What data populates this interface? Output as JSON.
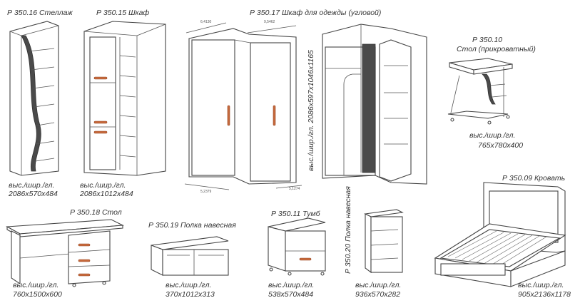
{
  "items": [
    {
      "name": "Р 350.16 Стеллаж",
      "dims_label": "выс./шир./гл.",
      "dims": "2086х570х484"
    },
    {
      "name": "Р 350.15 Шкаф",
      "dims_label": "выс./шир./гл.",
      "dims": "2086х1012х484"
    },
    {
      "name": "Р 350.17 Шкаф для одежды (угловой)",
      "dims_label": "выс./шир./гл. 2086х597х1046х1165",
      "dims": ""
    },
    {
      "name": "Р 350.10",
      "name2": "Стол (прикроватный)",
      "dims_label": "выс./шир./гл.",
      "dims": "765х780х400"
    },
    {
      "name": "Р 350.18 Стол",
      "dims_label": "выс./шир./гл.",
      "dims": "760х1500х600"
    },
    {
      "name": "Р 350.19 Полка навесная",
      "dims_label": "выс./шир./гл.",
      "dims": "370х1012х313"
    },
    {
      "name": "Р 350.11 Тумб",
      "dims_label": "выс./шир./гл.",
      "dims": "538х570х484"
    },
    {
      "name": "Р 350.20 Полка навесная",
      "dims_label": "выс./шир./гл.",
      "dims": "936х570х282"
    },
    {
      "name": "Р 350.09 Кровать",
      "dims_label": "выс./шир./гл.",
      "dims": "905х2136х1178"
    }
  ],
  "corner_dims": {
    "a": "6,4130",
    "b": "9,5462",
    "c": "5,2379",
    "d": "5,1274"
  }
}
